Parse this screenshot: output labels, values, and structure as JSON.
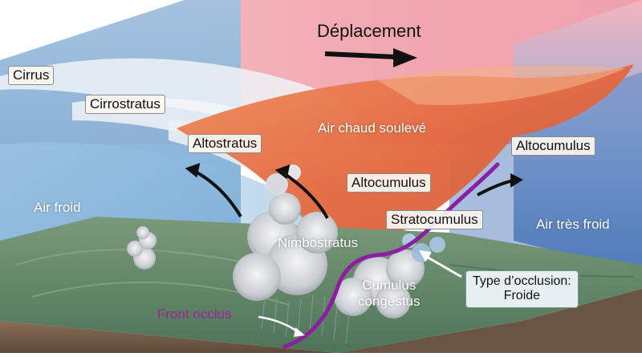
{
  "title": "Déplacement",
  "labels": {
    "cirrus": "Cirrus",
    "cirrostratus": "Cirrostratus",
    "altostratus": "Altostratus",
    "air_chaud": "Air chaud soulevé",
    "altocumulus_right": "Altocumulus",
    "altocumulus_center": "Altocumulus",
    "air_froid": "Air froid",
    "stratocumulus": "Stratocumulus",
    "air_tres_froid": "Air très froid",
    "nimbostratus": "Nimbostratus",
    "cumulus_line1": "Cumulus",
    "cumulus_line2": "congestus",
    "occlusion_line1": "Type d’occlusion:",
    "occlusion_line2": "Froide",
    "front_occlus": "Front occlus"
  },
  "colors": {
    "front_line": "#8b1fa0",
    "warm_air": "#e0643c",
    "cold_air": "#7fb3d9",
    "very_cold_air": "#5a86c6",
    "sky_warm": "#f3a9b4",
    "ground": "#5f8a6a"
  },
  "icons": [
    "arrow-right-icon",
    "curved-arrow-icon"
  ]
}
